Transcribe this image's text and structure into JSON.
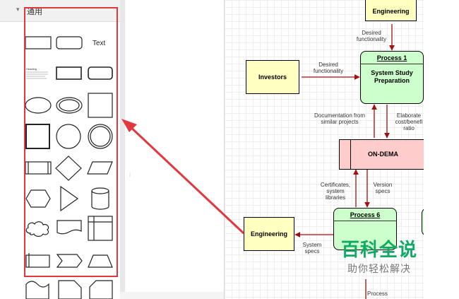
{
  "palette": {
    "section_title": "通用",
    "text_shape_label": "Text",
    "heading_shape_label": "Heading"
  },
  "diagram": {
    "nodes": {
      "engineering_top": "Engineering",
      "investors": "Investors",
      "process1_title": "Process 1",
      "process1_body": "System Study Preparation",
      "on_demand": "ON-DEMA",
      "process6_title": "Process 6",
      "engineering_bottom": "Engineering"
    },
    "labels": {
      "desired_top": "Desired functionality",
      "desired_left": "Desired functionality",
      "documentation": "Documentation from similar projects",
      "elaborate": "Elaborate cost/benefi ratio",
      "certificates": "Certificates, system libraries",
      "version_specs": "Version specs",
      "system_specs": "System specs",
      "process_bottom": "Process"
    }
  },
  "watermark": {
    "main": "百科全说",
    "sub": "助你轻松解决"
  },
  "colors": {
    "highlight": "#e0383e",
    "arrow": "#a11111",
    "yellow_node": "#ffffc0",
    "green_node": "#ccffcc",
    "pink_node": "#ffcccc",
    "watermark": "#12a865"
  }
}
